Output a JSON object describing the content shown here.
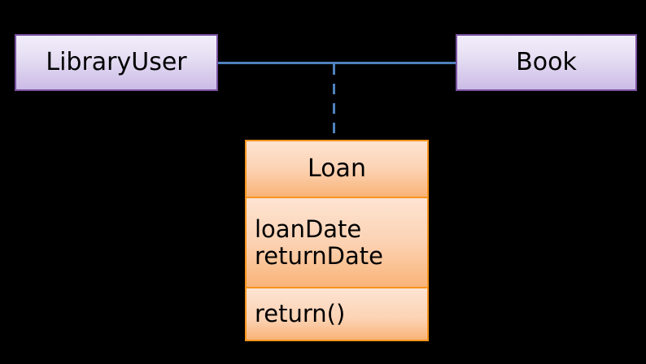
{
  "diagram": {
    "type": "uml-class-diagram",
    "background_color": "#000000",
    "classes": [
      {
        "id": "library-user",
        "name": "LibraryUser",
        "style": "purple",
        "border_color": "#7a52a1",
        "fill_top_color": "#f2eefa",
        "fill_bottom_color": "#cbbbe6",
        "attributes": [],
        "operations": []
      },
      {
        "id": "book",
        "name": "Book",
        "style": "purple",
        "border_color": "#7a52a1",
        "fill_top_color": "#f2eefa",
        "fill_bottom_color": "#cbbbe6",
        "attributes": [],
        "operations": []
      },
      {
        "id": "loan",
        "name": "Loan",
        "style": "orange",
        "border_color": "#f7941e",
        "fill_top_color": "#fde4d2",
        "fill_bottom_color": "#f9b478",
        "attributes": [
          "loanDate",
          "returnDate"
        ],
        "operations": [
          "return()"
        ]
      }
    ],
    "connectors": [
      {
        "id": "association-user-book",
        "kind": "association",
        "line_style": "solid",
        "color": "#4f81bd",
        "from": "LibraryUser",
        "to": "Book"
      },
      {
        "id": "association-class-link",
        "kind": "association-class-link",
        "line_style": "dashed",
        "color": "#4f81bd",
        "from": "association-user-book",
        "to": "Loan"
      }
    ]
  }
}
